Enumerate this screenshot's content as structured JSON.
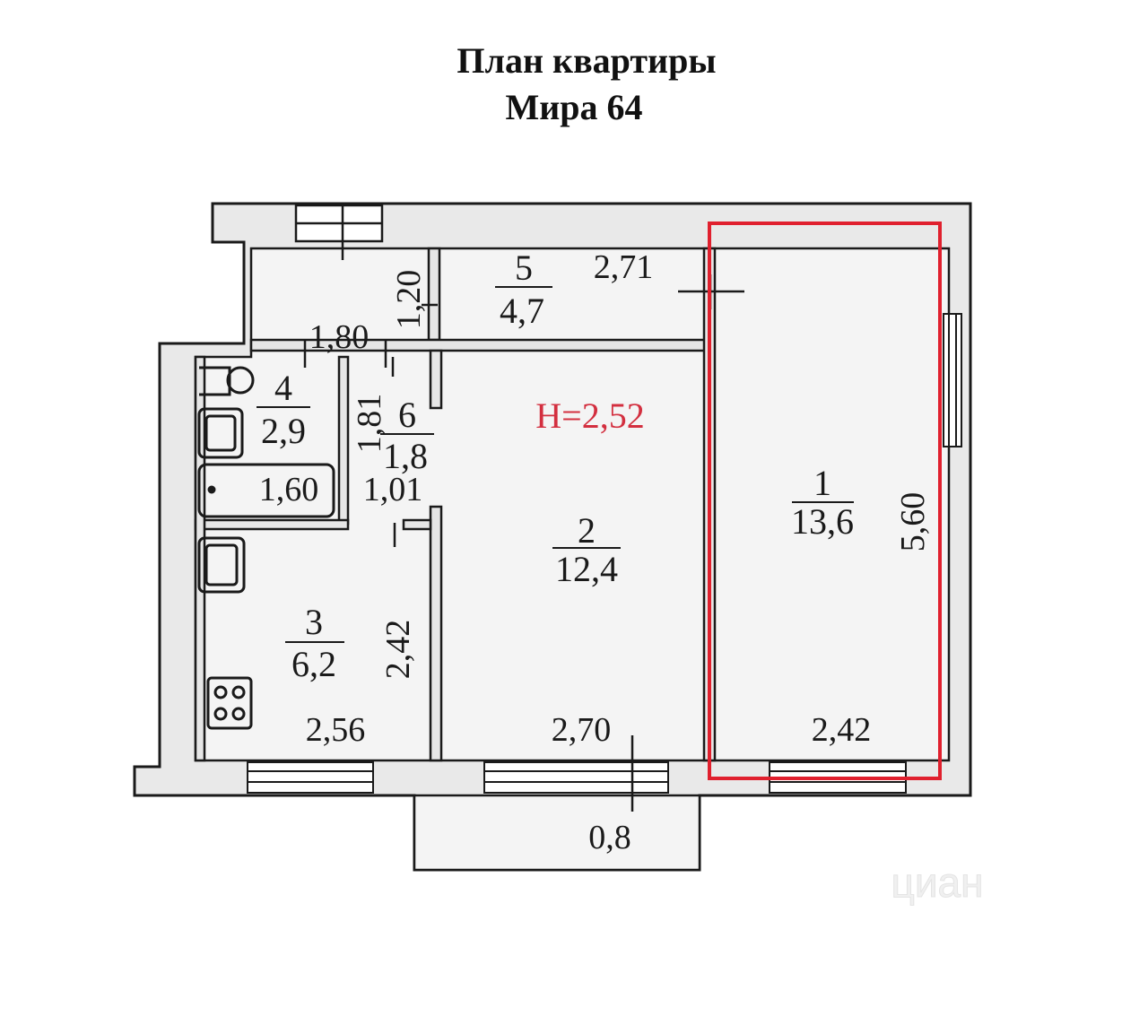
{
  "title": {
    "line1": "План квартиры",
    "line2": "Мира 64"
  },
  "ceiling_height": "H=2,52",
  "rooms": [
    {
      "id": "room-1",
      "number": "1",
      "area": "13,6"
    },
    {
      "id": "room-2",
      "number": "2",
      "area": "12,4"
    },
    {
      "id": "room-3",
      "number": "3",
      "area": "6,2"
    },
    {
      "id": "room-4",
      "number": "4",
      "area": "2,9"
    },
    {
      "id": "room-5",
      "number": "5",
      "area": "4,7"
    },
    {
      "id": "room-6",
      "number": "6",
      "area": "1,8"
    }
  ],
  "dimensions": {
    "room5_width": "2,71",
    "storage_depth": "1,20",
    "storage_width": "1,80",
    "room6_depth": "1,81",
    "bath_width": "1,60",
    "room6_width": "1,01",
    "room3_depth": "2,42",
    "room3_width": "2,56",
    "room2_width": "2,70",
    "room1_width": "2,42",
    "room1_depth": "5,60",
    "balcony_depth": "0,8"
  },
  "watermark": "циан",
  "colors": {
    "wall": "#e6e6e6",
    "wall_stroke": "#1a1a1a",
    "highlight": "#e0202e",
    "ceiling_text": "#d32f3f"
  }
}
